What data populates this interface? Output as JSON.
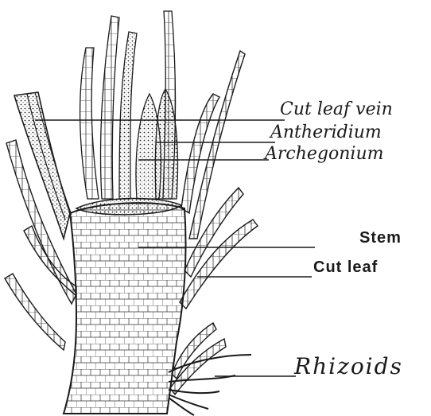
{
  "labels": {
    "cut_leaf_vein": "Cut leaf vein",
    "antheridium": "Antheridium",
    "archegonium": "Archegonium",
    "stem": "Stem",
    "cut_leaf": "Cut leaf",
    "rhizoids": "Rhizoids"
  }
}
